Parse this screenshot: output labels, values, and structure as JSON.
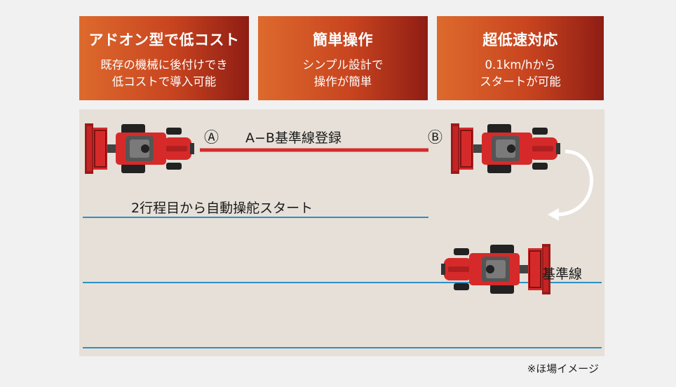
{
  "features": [
    {
      "title": "アドオン型で低コスト",
      "desc": "既存の機械に後付けでき\n低コストで導入可能"
    },
    {
      "title": "簡単操作",
      "desc": "シンプル設計で\n操作が簡単"
    },
    {
      "title": "超低速対応",
      "desc": "0.1km/hから\nスタートが可能"
    }
  ],
  "diagram": {
    "point_a": "Ⓐ",
    "point_b": "Ⓑ",
    "ab_label": "A−B基準線登録",
    "second_pass_label": "2行程目から自動操舵スタート",
    "reference_line_label": "基準線"
  },
  "footnote": "※ほ場イメージ",
  "colors": {
    "feature_orange": "#dd6a2d",
    "feature_dark_red": "#8f1d14",
    "field_bg": "#e6e0d8",
    "guide_red": "#d42b2b",
    "guide_blue": "#2f8fc4",
    "tractor_red": "#d62a2a"
  },
  "icons": [
    "tractor-icon",
    "u-turn-arrow-icon"
  ]
}
